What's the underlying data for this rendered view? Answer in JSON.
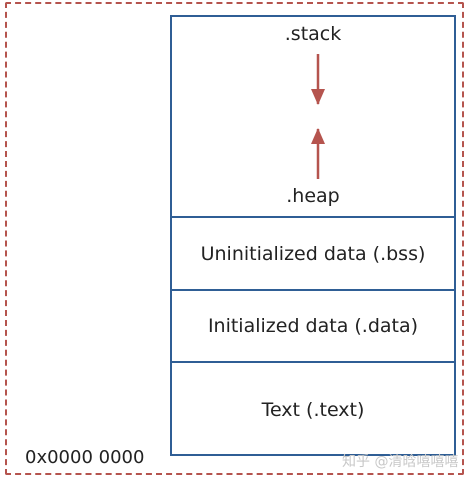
{
  "diagram": {
    "stack_label": ".stack",
    "heap_label": ".heap",
    "segments": [
      {
        "label": "Uninitialized data (.bss)"
      },
      {
        "label": "Initialized data (.data)"
      },
      {
        "label": "Text (.text)"
      }
    ],
    "base_address": "0x0000 0000",
    "watermark": "知乎 @清晗嘻嘻嘻",
    "colors": {
      "border": "#2f5e95",
      "arrow": "#b5544e",
      "dashed_outline": "#b5544e"
    }
  }
}
